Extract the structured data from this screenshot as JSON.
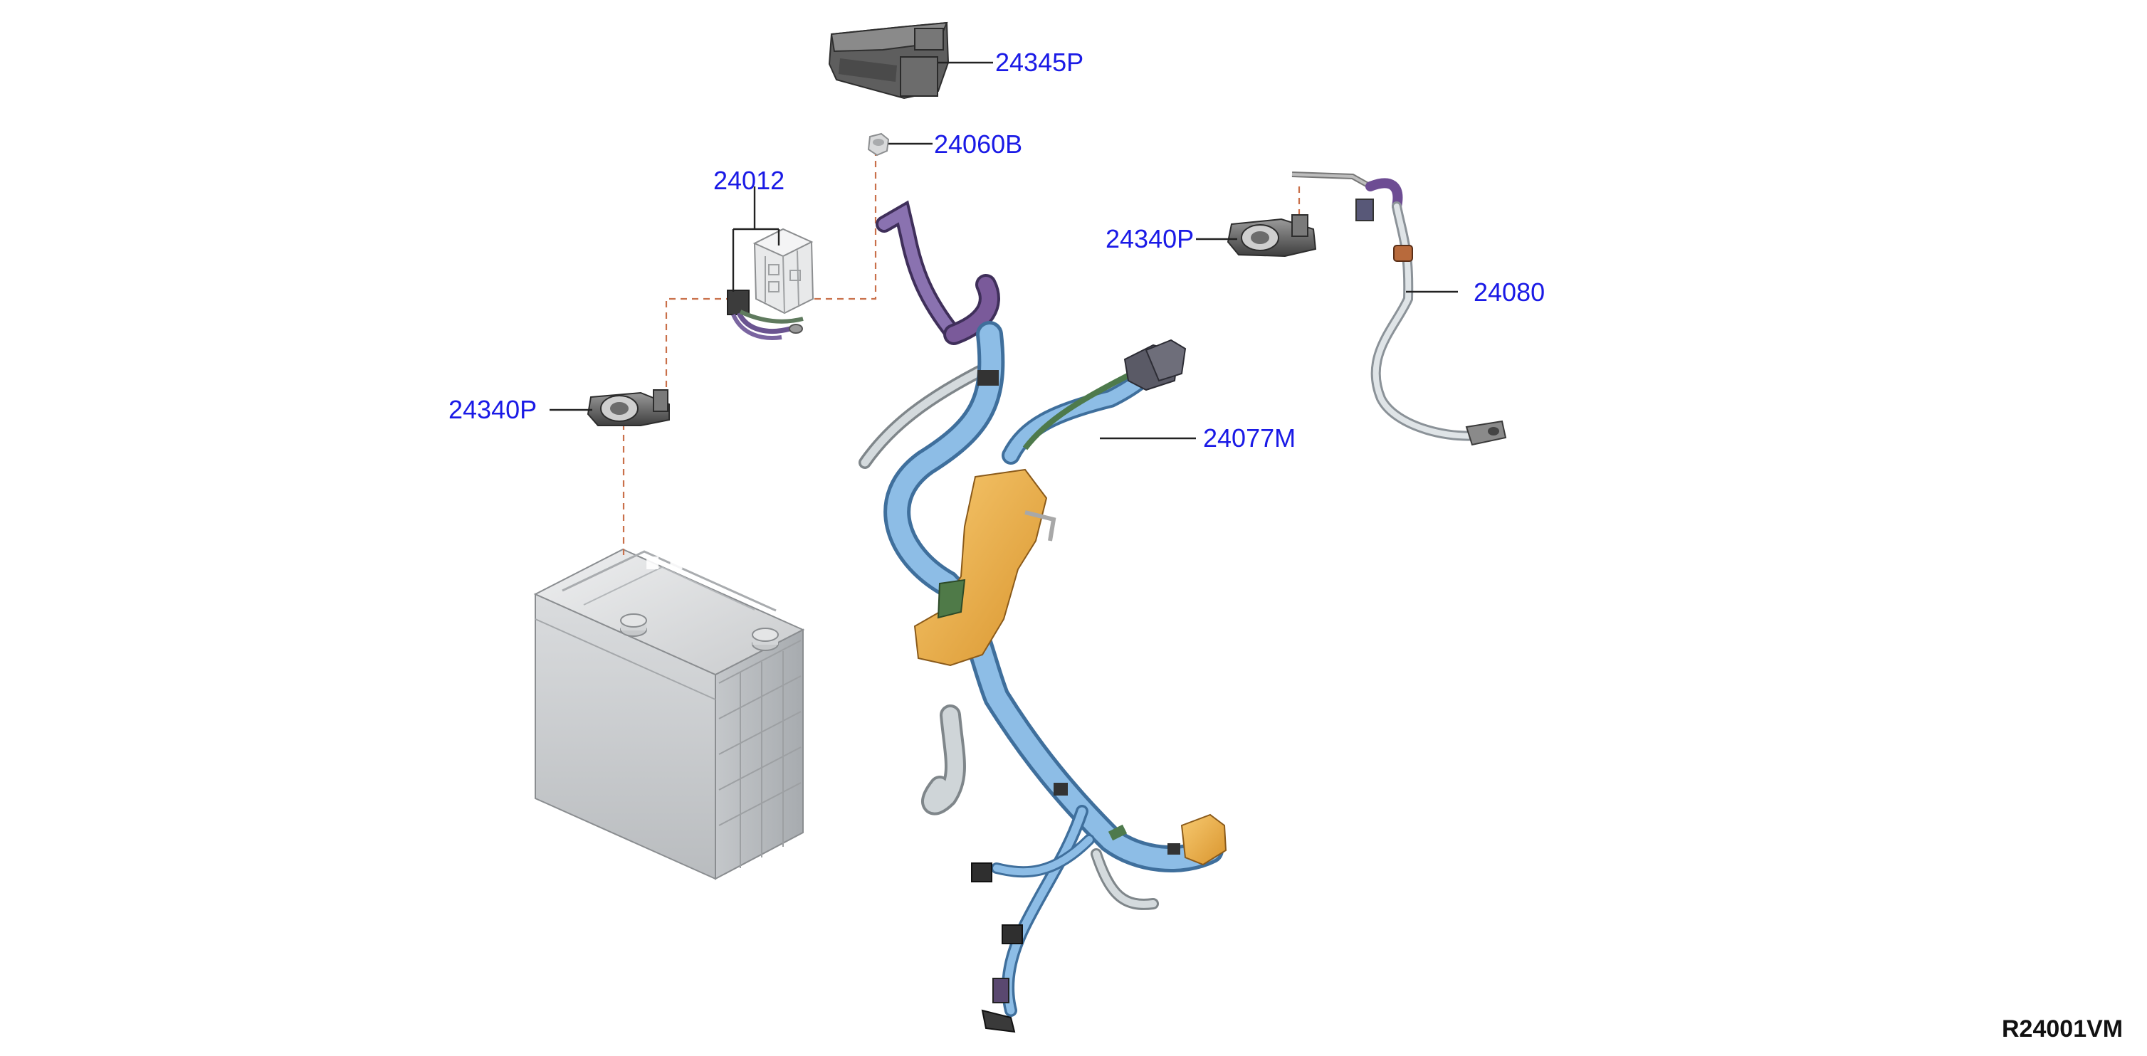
{
  "diagram": {
    "diagram_id": "R24001VM",
    "watermark_text": "....",
    "callouts": [
      {
        "key": "c24345p",
        "label": "24345P"
      },
      {
        "key": "c24060b",
        "label": "24060B"
      },
      {
        "key": "c24012",
        "label": "24012"
      },
      {
        "key": "c24340p_right",
        "label": "24340P"
      },
      {
        "key": "c24080",
        "label": "24080"
      },
      {
        "key": "c24340p_left",
        "label": "24340P"
      },
      {
        "key": "c24077m",
        "label": "24077M"
      }
    ]
  },
  "colors": {
    "callout_text": "#1a1ae6",
    "leader_line": "#222222",
    "dashed_line": "#c9704a",
    "harness_blue": "#7fb2e0",
    "harness_purple": "#7a5a9a",
    "protector_orange": "#f0b24a",
    "battery_grey": "#d4d6d8",
    "cable_grey": "#c8cfd3",
    "terminal_dark": "#5a5a5a"
  }
}
